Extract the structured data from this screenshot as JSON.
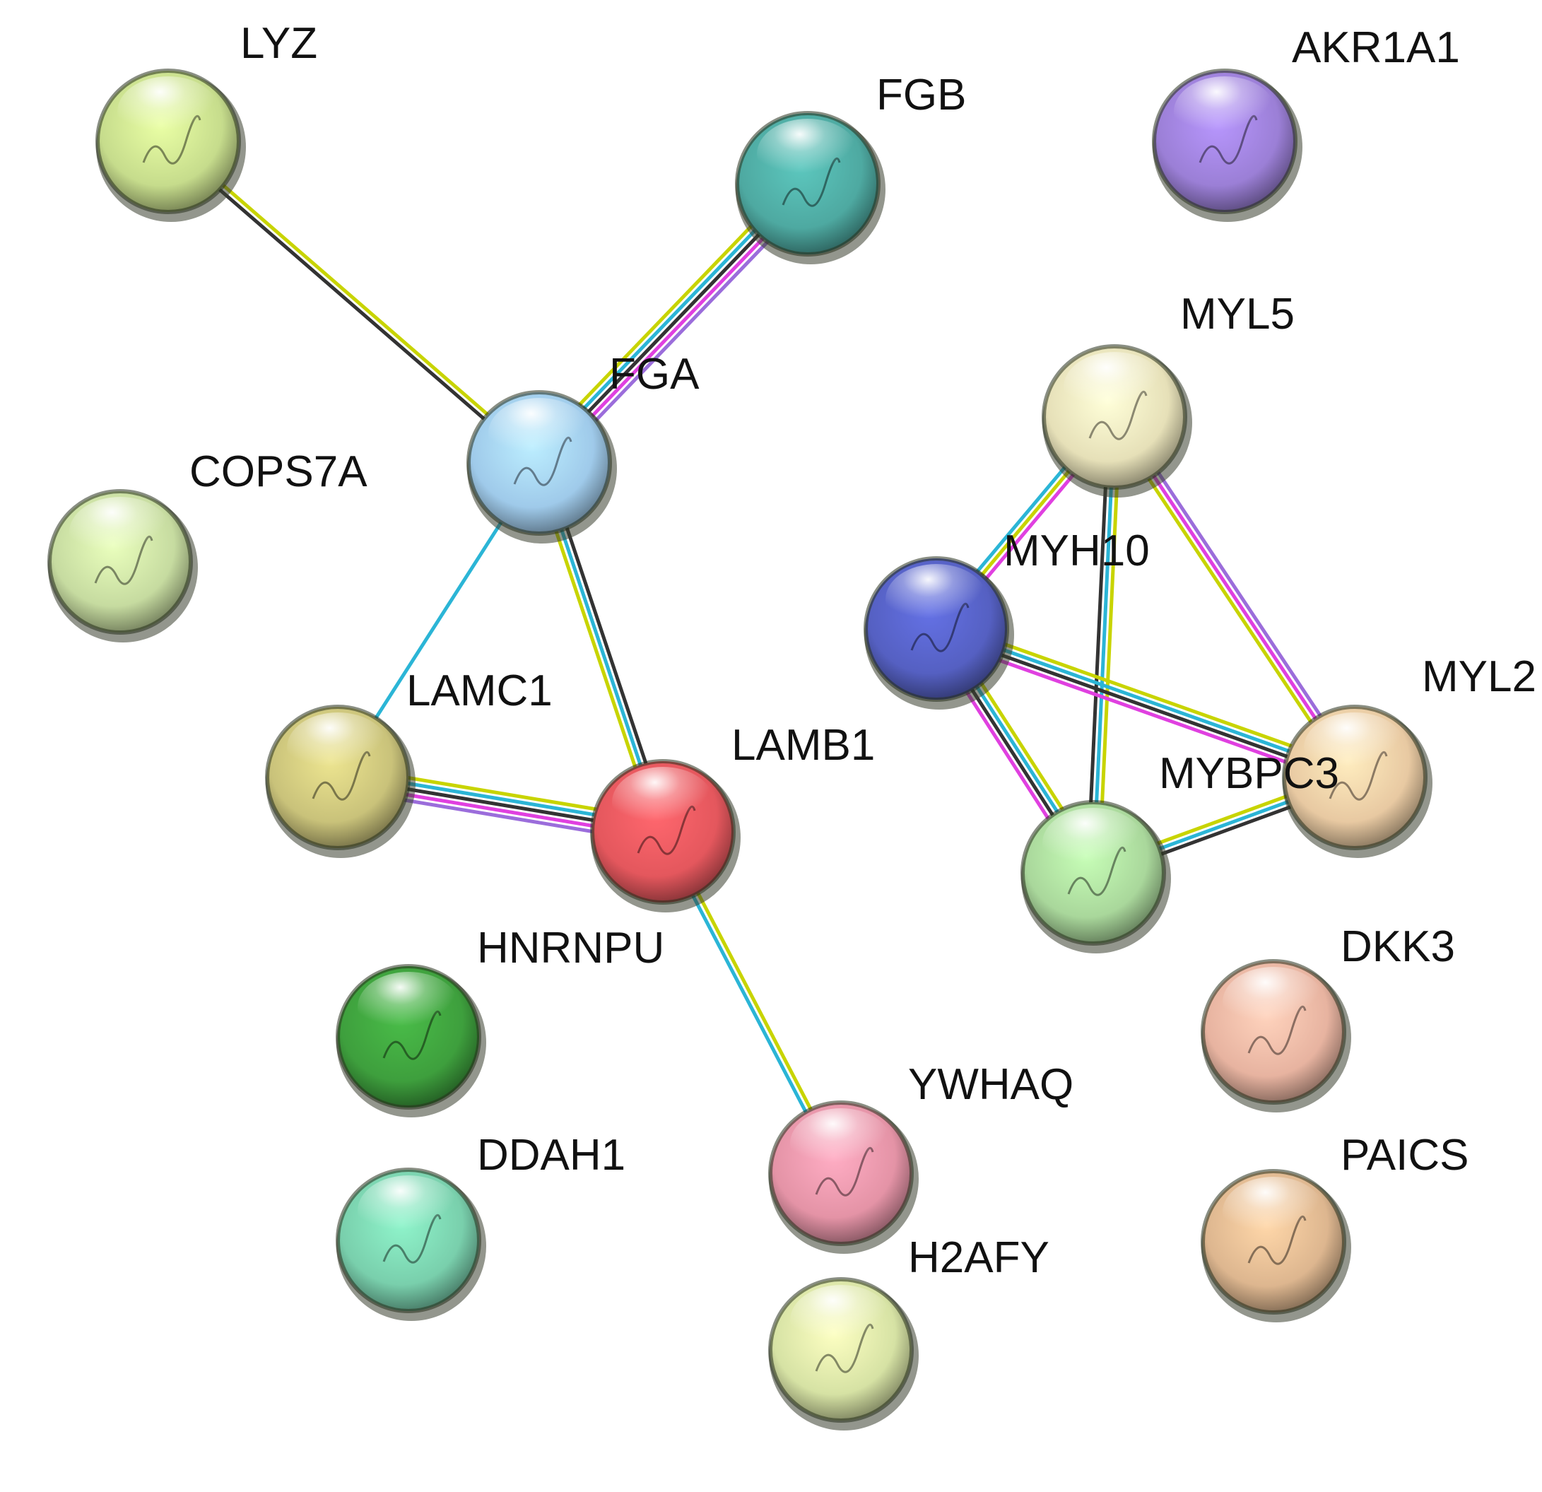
{
  "nodes": [
    {
      "id": "LYZ",
      "label": "LYZ",
      "color": "#c6dc8c"
    },
    {
      "id": "FGB",
      "label": "FGB",
      "color": "#4ea9a1"
    },
    {
      "id": "AKR1A1",
      "label": "AKR1A1",
      "color": "#9b7fd6"
    },
    {
      "id": "FGA",
      "label": "FGA",
      "color": "#9fcaea"
    },
    {
      "id": "COPS7A",
      "label": "COPS7A",
      "color": "#c6dba0"
    },
    {
      "id": "MYL5",
      "label": "MYL5",
      "color": "#e6e0b8"
    },
    {
      "id": "MYH10",
      "label": "MYH10",
      "color": "#5560c2"
    },
    {
      "id": "MYL2",
      "label": "MYL2",
      "color": "#e8c9a2"
    },
    {
      "id": "LAMC1",
      "label": "LAMC1",
      "color": "#c9c27a"
    },
    {
      "id": "LAMB1",
      "label": "LAMB1",
      "color": "#e4575d"
    },
    {
      "id": "MYBPC3",
      "label": "MYBPC3",
      "color": "#a9d79b"
    },
    {
      "id": "HNRNPU",
      "label": "HNRNPU",
      "color": "#3e9f3d"
    },
    {
      "id": "DKK3",
      "label": "DKK3",
      "color": "#e7b3a0"
    },
    {
      "id": "YWHAQ",
      "label": "YWHAQ",
      "color": "#e493a6"
    },
    {
      "id": "DDAH1",
      "label": "DDAH1",
      "color": "#79cfac"
    },
    {
      "id": "PAICS",
      "label": "PAICS",
      "color": "#ddb68f"
    },
    {
      "id": "H2AFY",
      "label": "H2AFY",
      "color": "#d6e2a4"
    }
  ],
  "edges": [
    {
      "source": "LYZ",
      "target": "FGA",
      "colors": [
        "#c8d400",
        "#333333"
      ]
    },
    {
      "source": "FGA",
      "target": "FGB",
      "colors": [
        "#c8d400",
        "#2bb5d6",
        "#333333",
        "#e040e0",
        "#9b6ddb"
      ]
    },
    {
      "source": "FGA",
      "target": "LAMC1",
      "colors": [
        "#2bb5d6"
      ]
    },
    {
      "source": "FGA",
      "target": "LAMB1",
      "colors": [
        "#333333",
        "#2bb5d6",
        "#c8d400"
      ]
    },
    {
      "source": "LAMC1",
      "target": "LAMB1",
      "colors": [
        "#c8d400",
        "#2bb5d6",
        "#333333",
        "#e040e0",
        "#9b6ddb"
      ]
    },
    {
      "source": "LAMB1",
      "target": "YWHAQ",
      "colors": [
        "#c8d400",
        "#2bb5d6"
      ]
    },
    {
      "source": "MYL5",
      "target": "MYH10",
      "colors": [
        "#e040e0",
        "#c8d400",
        "#2bb5d6"
      ]
    },
    {
      "source": "MYL5",
      "target": "MYBPC3",
      "colors": [
        "#c8d400",
        "#2bb5d6",
        "#333333"
      ]
    },
    {
      "source": "MYL5",
      "target": "MYL2",
      "colors": [
        "#9b6ddb",
        "#e040e0",
        "#c8d400"
      ]
    },
    {
      "source": "MYH10",
      "target": "MYL2",
      "colors": [
        "#c8d400",
        "#2bb5d6",
        "#333333",
        "#e040e0"
      ]
    },
    {
      "source": "MYH10",
      "target": "MYBPC3",
      "colors": [
        "#c8d400",
        "#2bb5d6",
        "#333333",
        "#e040e0"
      ]
    },
    {
      "source": "MYBPC3",
      "target": "MYL2",
      "colors": [
        "#c8d400",
        "#2bb5d6",
        "#333333"
      ]
    }
  ]
}
